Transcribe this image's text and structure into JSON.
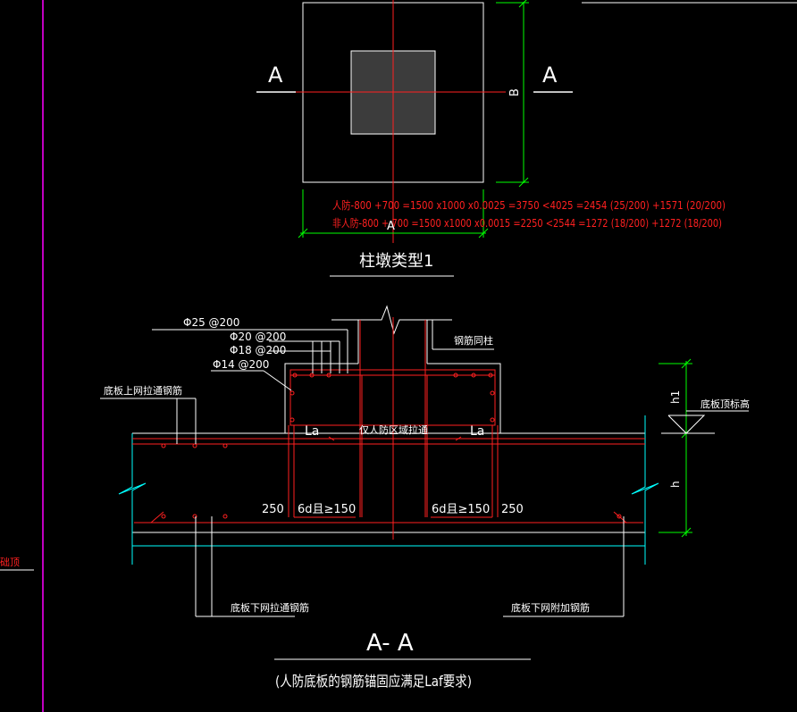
{
  "plan": {
    "section_mark_left": "A",
    "section_mark_right": "A",
    "dim_b": "B",
    "dim_a": "A",
    "formula_line1": "人防-800 +700 =1500 x1000 x0.0025 =3750 <4025 =2454 (25/200) +1571 (20/200)",
    "formula_line2": "非人防-800 + 700 =1500 x1000 x0.0015 =2250 <2544 =1272 (18/200) +1272 (18/200)",
    "title": "柱墩类型1"
  },
  "section": {
    "rebar_1": "Φ25 @200",
    "rebar_2": "Φ20 @200",
    "rebar_3": "Φ18 @200",
    "rebar_4": "Φ14 @200",
    "label_column_rebar": "钢筋同柱",
    "label_top_mesh": "底板上网拉通钢筋",
    "label_slab_top_elev": "底板顶标高",
    "dim_h1": "h1",
    "dim_h": "h",
    "la_left": "La",
    "la_right": "La",
    "label_civil_defense": "仅人防区域拉通",
    "dim_250_left": "250",
    "dim_6d_left": "6d且≥150",
    "dim_6d_right": "6d且≥150",
    "dim_250_right": "250",
    "label_bottom_mesh": "底板下网拉通钢筋",
    "label_bottom_added": "底板下网附加钢筋",
    "title": "A- A",
    "note": "(人防底板的钢筋锚固应满足Laf要求)"
  },
  "edge_label": "础顶",
  "colors": {
    "background": "#000000",
    "outline": "#ffffff",
    "rebar": "#ff2020",
    "dimension": "#00ff00",
    "slab_edge": "#00ffff",
    "grid_line": "#ff00ff",
    "column_fill": "#3c3c3c"
  }
}
